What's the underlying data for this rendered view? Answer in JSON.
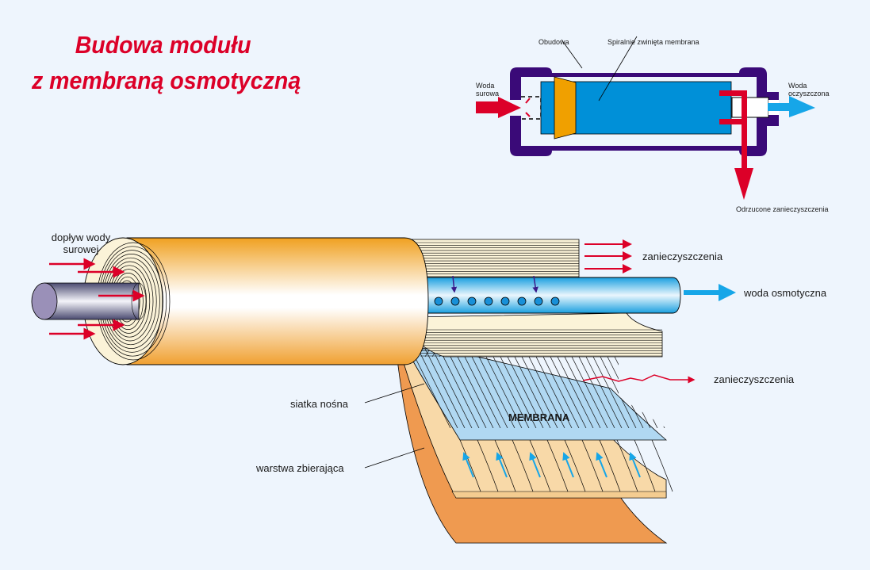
{
  "title": {
    "line1": "Budowa modułu",
    "line2": "z membraną osmotyczną"
  },
  "schematic": {
    "housing_label": "Obudowa",
    "membrane_label": "Spiralnie zwinięta membrana",
    "inlet_label_line1": "Woda",
    "inlet_label_line2": "surowa",
    "outlet_label_line1": "Woda",
    "outlet_label_line2": "oczyszczona",
    "reject_label": "Odrzucone zanieczyszczenia"
  },
  "module": {
    "feed_label_line1": "dopływ wody",
    "feed_label_line2": "surowej",
    "contaminants_top_label": "zanieczyszczenia",
    "permeate_label": "woda osmotyczna",
    "contaminants_mid_label": "zanieczyszczenia",
    "spacer_label": "siatka nośna",
    "membrane_label": "MEMBRANA",
    "collector_label": "warstwa zbierająca",
    "tube_holes": 8,
    "flow_arrows_collector": 6
  },
  "colors": {
    "background": "#eef5fd",
    "title_red": "#dc0028",
    "housing_purple": "#3a0a78",
    "membrane_blue": "#0090d8",
    "end_cap_orange": "#f0a000",
    "arrow_red": "#dc0028",
    "arrow_blue": "#16a6e8",
    "cylinder_orange": "#f0a030",
    "layer_cream": "#fbf3d8",
    "membrane_sheet": "#b0d8f2",
    "collector_tan": "#f8d9a8",
    "backing_orange": "#ef9a50"
  }
}
